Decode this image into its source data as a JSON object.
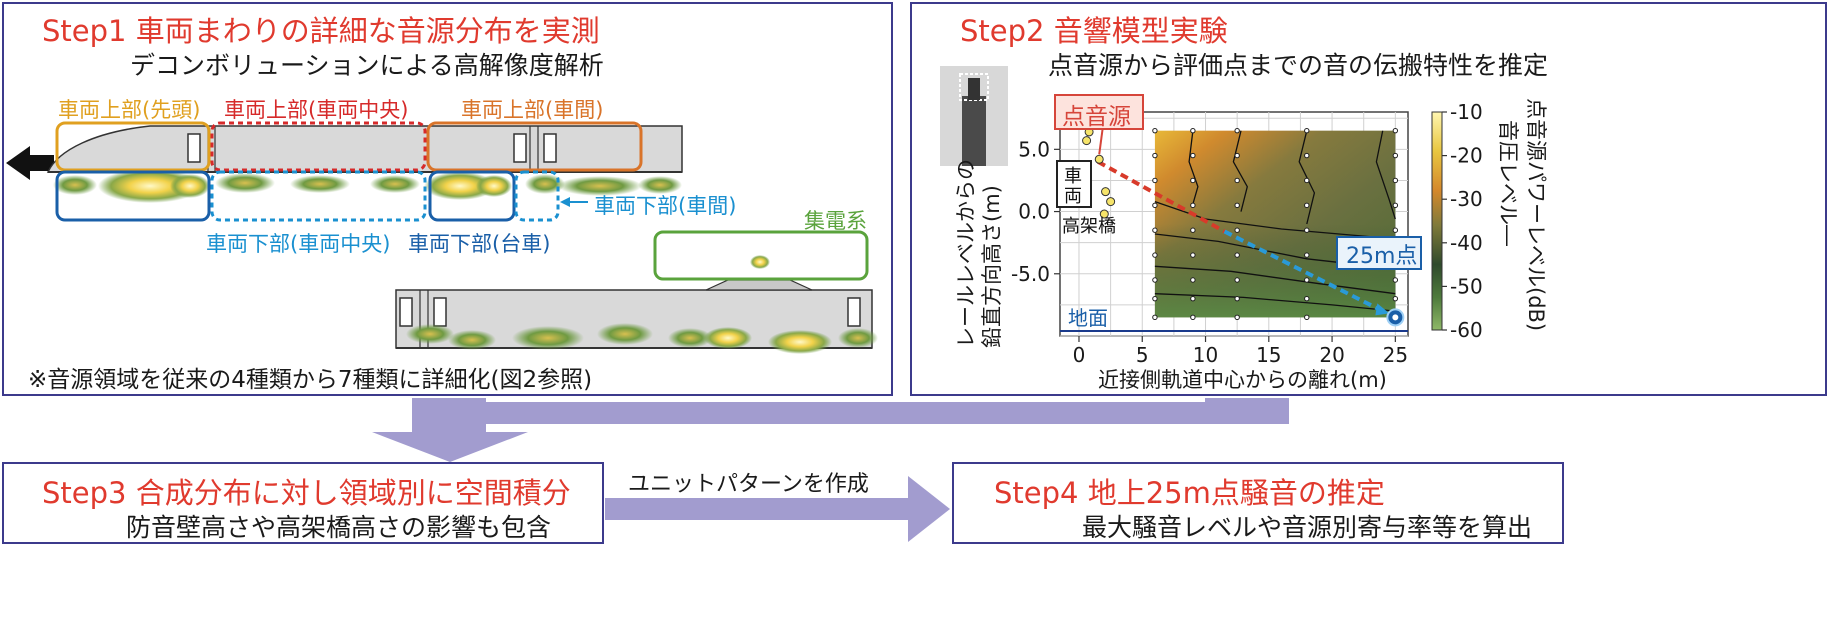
{
  "step1": {
    "title": "Step1 車両まわりの詳細な音源分布を実測",
    "subtitle": "デコンボリューションによる高解像度解析",
    "labels": {
      "upper_head": "車両上部(先頭)",
      "upper_center": "車両上部(車両中央)",
      "upper_between": "車両上部(車間)",
      "lower_between": "車両下部(車間)",
      "lower_center": "車両下部(車両中央)",
      "lower_bogie": "車両下部(台車)",
      "pantograph": "集電系"
    },
    "note": "※音源領域を従来の4種類から7種類に詳細化(図2参照)",
    "colors": {
      "head": "#e0a020",
      "center": "#d62a2a",
      "between": "#d9742a",
      "lower": "#1a90d0",
      "lower_dark": "#1a5fa8",
      "pantograph": "#5aa33c"
    }
  },
  "step2": {
    "title": "Step2 音響模型実験",
    "subtitle": "点音源から評価点までの音の伝搬特性を推定",
    "point_source_label": "点音源",
    "eval_point_label": "25m点",
    "ground_label": "地面",
    "viaduct_label_1": "車",
    "viaduct_label_2": "両",
    "viaduct_name": "高架橋"
  },
  "chart_data": {
    "type": "heatmap",
    "xlabel": "近接側軌道中心からの離れ(m)",
    "ylabel_line1": "レールレベルからの",
    "ylabel_line2": "鉛直方向高さ(m)",
    "x_ticks": [
      "0",
      "5",
      "10",
      "15",
      "20",
      "25"
    ],
    "y_ticks": [
      "5.0",
      "0.0",
      "-5.0"
    ],
    "xlim": [
      -1.5,
      26
    ],
    "ylim": [
      -10,
      8
    ],
    "colorbar_label_line1": "音圧レベル―",
    "colorbar_label_line2": "点音源パワーレベル(dB)",
    "colorbar_ticks": [
      "-10",
      "-20",
      "-30",
      "-40",
      "-50",
      "-60"
    ],
    "colorbar_range": [
      -60,
      -10
    ],
    "source_point": [
      1.5,
      4.0
    ],
    "eval_point": [
      25,
      -8.5
    ]
  },
  "step3": {
    "title": "Step3 合成分布に対し領域別に空間積分",
    "subtitle": "防音壁高さや高架橋高さの影響も包含"
  },
  "step4": {
    "title": "Step4 地上25m点騒音の推定",
    "subtitle": "最大騒音レベルや音源別寄与率等を算出"
  },
  "arrow_label": "ユニットパターンを作成"
}
